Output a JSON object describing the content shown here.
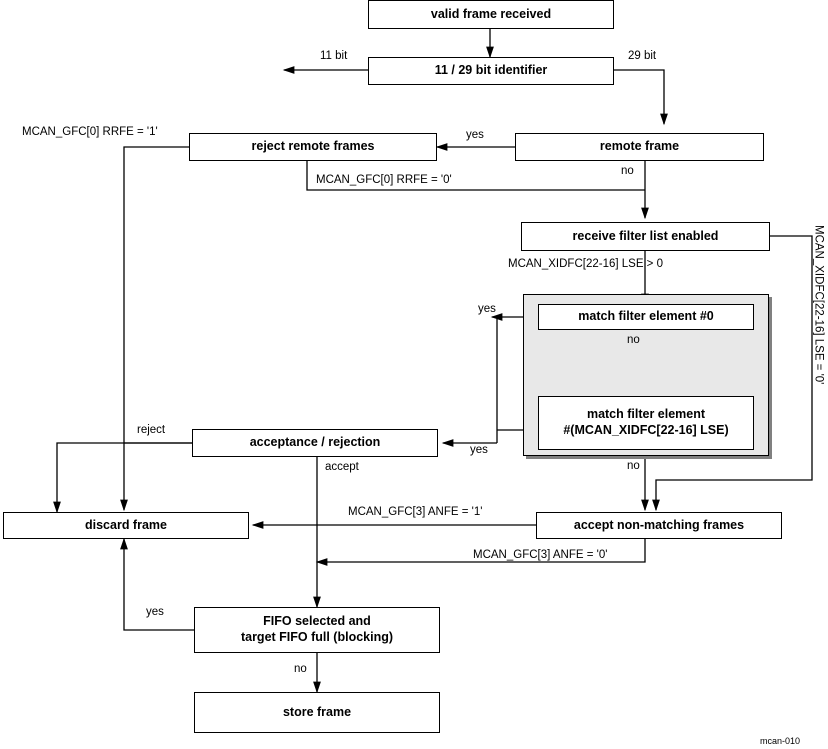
{
  "figure": {
    "id": "mcan-010",
    "nodes": [
      {
        "key": "valid_frame",
        "label": "valid frame received"
      },
      {
        "key": "identifier",
        "label": "11 / 29 bit identifier"
      },
      {
        "key": "reject_remote",
        "label": "reject remote frames"
      },
      {
        "key": "remote_frame",
        "label": "remote frame"
      },
      {
        "key": "receive_filter",
        "label": "receive filter list enabled"
      },
      {
        "key": "match_first",
        "label": "match filter element #0"
      },
      {
        "key": "match_last_line1",
        "label": "match filter element"
      },
      {
        "key": "match_last_line2",
        "label": "#(MCAN_XIDFC[22-16] LSE)"
      },
      {
        "key": "acceptance",
        "label": "acceptance / rejection"
      },
      {
        "key": "discard",
        "label": "discard frame"
      },
      {
        "key": "accept_non_matching",
        "label": "accept non-matching frames"
      },
      {
        "key": "fifo_line1",
        "label": "FIFO selected and"
      },
      {
        "key": "fifo_line2",
        "label": "target FIFO full (blocking)"
      },
      {
        "key": "store_frame",
        "label": "store frame"
      }
    ],
    "edge_labels": [
      {
        "key": "bit11",
        "text": "11 bit"
      },
      {
        "key": "bit29",
        "text": "29 bit"
      },
      {
        "key": "yes_remote",
        "text": "yes"
      },
      {
        "key": "no_remote",
        "text": "no"
      },
      {
        "key": "gfc0_rrfe_1",
        "text": "MCAN_GFC[0] RRFE = '1'"
      },
      {
        "key": "gfc0_rrfe_0",
        "text": "MCAN_GFC[0] RRFE = '0'"
      },
      {
        "key": "xidfc_lse_gt0",
        "text": "MCAN_XIDFC[22-16] LSE > 0"
      },
      {
        "key": "xidfc_lse_0",
        "text": "MCAN_XIDFC[22-16] LSE = '0'"
      },
      {
        "key": "yes_match_first",
        "text": "yes"
      },
      {
        "key": "no_match_first",
        "text": "no"
      },
      {
        "key": "yes_match_last",
        "text": "yes"
      },
      {
        "key": "no_match_last",
        "text": "no"
      },
      {
        "key": "reject_accept_rej",
        "text": "reject"
      },
      {
        "key": "accept_accept_rej",
        "text": "accept"
      },
      {
        "key": "anfe_1",
        "text": "MCAN_GFC[3] ANFE = '1'"
      },
      {
        "key": "anfe_0",
        "text": "MCAN_GFC[3] ANFE = '0'"
      },
      {
        "key": "yes_fifo",
        "text": "yes"
      },
      {
        "key": "no_fifo",
        "text": "no"
      }
    ]
  }
}
